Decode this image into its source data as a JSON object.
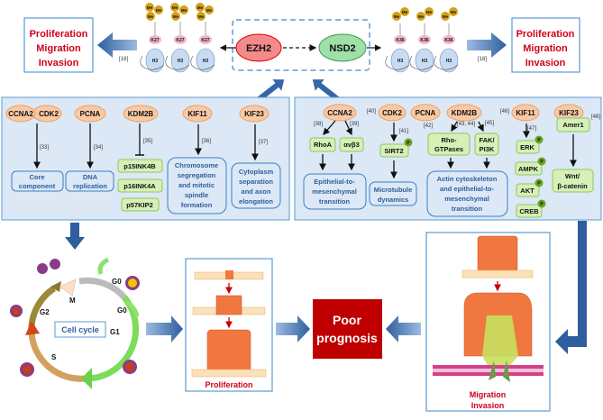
{
  "top": {
    "left_outcome": [
      "Proliferation",
      "Migration",
      "Invasion"
    ],
    "right_outcome": [
      "Proliferation",
      "Migration",
      "Invasion"
    ],
    "left_ref": "[18]",
    "right_ref": "[18]",
    "ezh2": "EZH2",
    "nsd2": "NSD2",
    "me": "Me",
    "h3": "H3",
    "k27": "K27",
    "k36": "K36"
  },
  "left_panel": {
    "proteins": [
      "CCNA2",
      "CDK2",
      "PCNA",
      "KDM2B",
      "KIF11",
      "KIF23"
    ],
    "refs": [
      "[33]",
      "[34]",
      "[35]",
      "[36]",
      "[37]"
    ],
    "core": [
      "Core",
      "component"
    ],
    "dna": [
      "DNA",
      "replication"
    ],
    "inhibited": [
      "p15INK4B",
      "p16INK4A",
      "p57KIP2"
    ],
    "chromosome": [
      "Chromosome",
      "segregation",
      "and mitotic",
      "spindle",
      "formation"
    ],
    "cytoplasm": [
      "Cytoplasm",
      "separation",
      "and axon",
      "elongation"
    ]
  },
  "right_panel": {
    "proteins": [
      "CCNA2",
      "CDK2",
      "PCNA",
      "KDM2B",
      "KIF11",
      "KIF23"
    ],
    "refs": {
      "r38": "[38]",
      "r39": "[39]",
      "r40": "[40]",
      "r41": "[41]",
      "r42": "[42]",
      "r4344": "[43, 44]",
      "r45": "[45]",
      "r46": "[46]",
      "r47": "[47]",
      "r48": "[48]"
    },
    "rhoa": "RhoA",
    "avb3": "αvβ3",
    "emt": [
      "Epithelial-to-",
      "mesenchymal",
      "transition"
    ],
    "sirt2": "SIRT2",
    "microtubule": [
      "Microtubule",
      "dynamics"
    ],
    "rho_gtpases": [
      "Rho-",
      "GTPases"
    ],
    "fak": [
      "FAK/",
      "PI3K"
    ],
    "actin": [
      "Actin cytoskeleton",
      "and epithelial-to-",
      "mesenchymal",
      "transition"
    ],
    "kinases": [
      "ERK",
      "AMPK",
      "AKT",
      "CREB"
    ],
    "p": "P",
    "amer1": "Amer1",
    "wnt": [
      "Wnt/",
      "β-catenin"
    ]
  },
  "bottom": {
    "cell_cycle": "Cell cycle",
    "phases": {
      "g0a": "G0",
      "g0b": "G0",
      "m": "M",
      "g2": "G2",
      "g1": "G1",
      "s": "S"
    },
    "proliferation": "Proliferation",
    "poor": [
      "Poor",
      "prognosis"
    ],
    "migration": [
      "Migration",
      "Invasion"
    ]
  },
  "colors": {
    "arrow_blue": "#2e5e9e",
    "panel_bg": "#dce8f5",
    "panel_border": "#5b9bd5",
    "protein_fill": "#f8c9a5",
    "protein_stroke": "#f0a060",
    "green_fill": "#d6f0b8",
    "green_stroke": "#8dc860",
    "ezh2": "#f48a8a",
    "nsd2": "#9ee0a8",
    "poor_box": "#c00000",
    "outcome_red": "#d0021b"
  }
}
